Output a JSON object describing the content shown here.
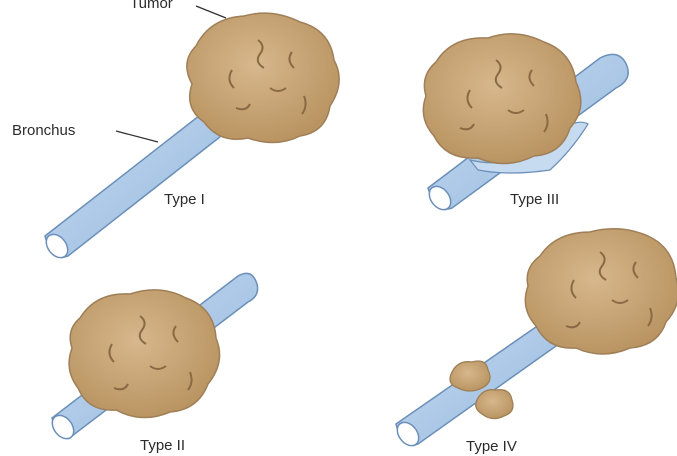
{
  "labels": {
    "tumor": "Tumor",
    "bronchus": "Bronchus",
    "type_1": "Type I",
    "type_2": "Type II",
    "type_3": "Type III",
    "type_4": "Type IV"
  },
  "colors": {
    "bronchus_fill": "#aecbea",
    "bronchus_stroke": "#6b8fb8",
    "tumor_fill": "#c8a57a",
    "tumor_stroke": "#9f7f58",
    "tumor_mark": "#8a6a45",
    "background": "#ffffff"
  }
}
